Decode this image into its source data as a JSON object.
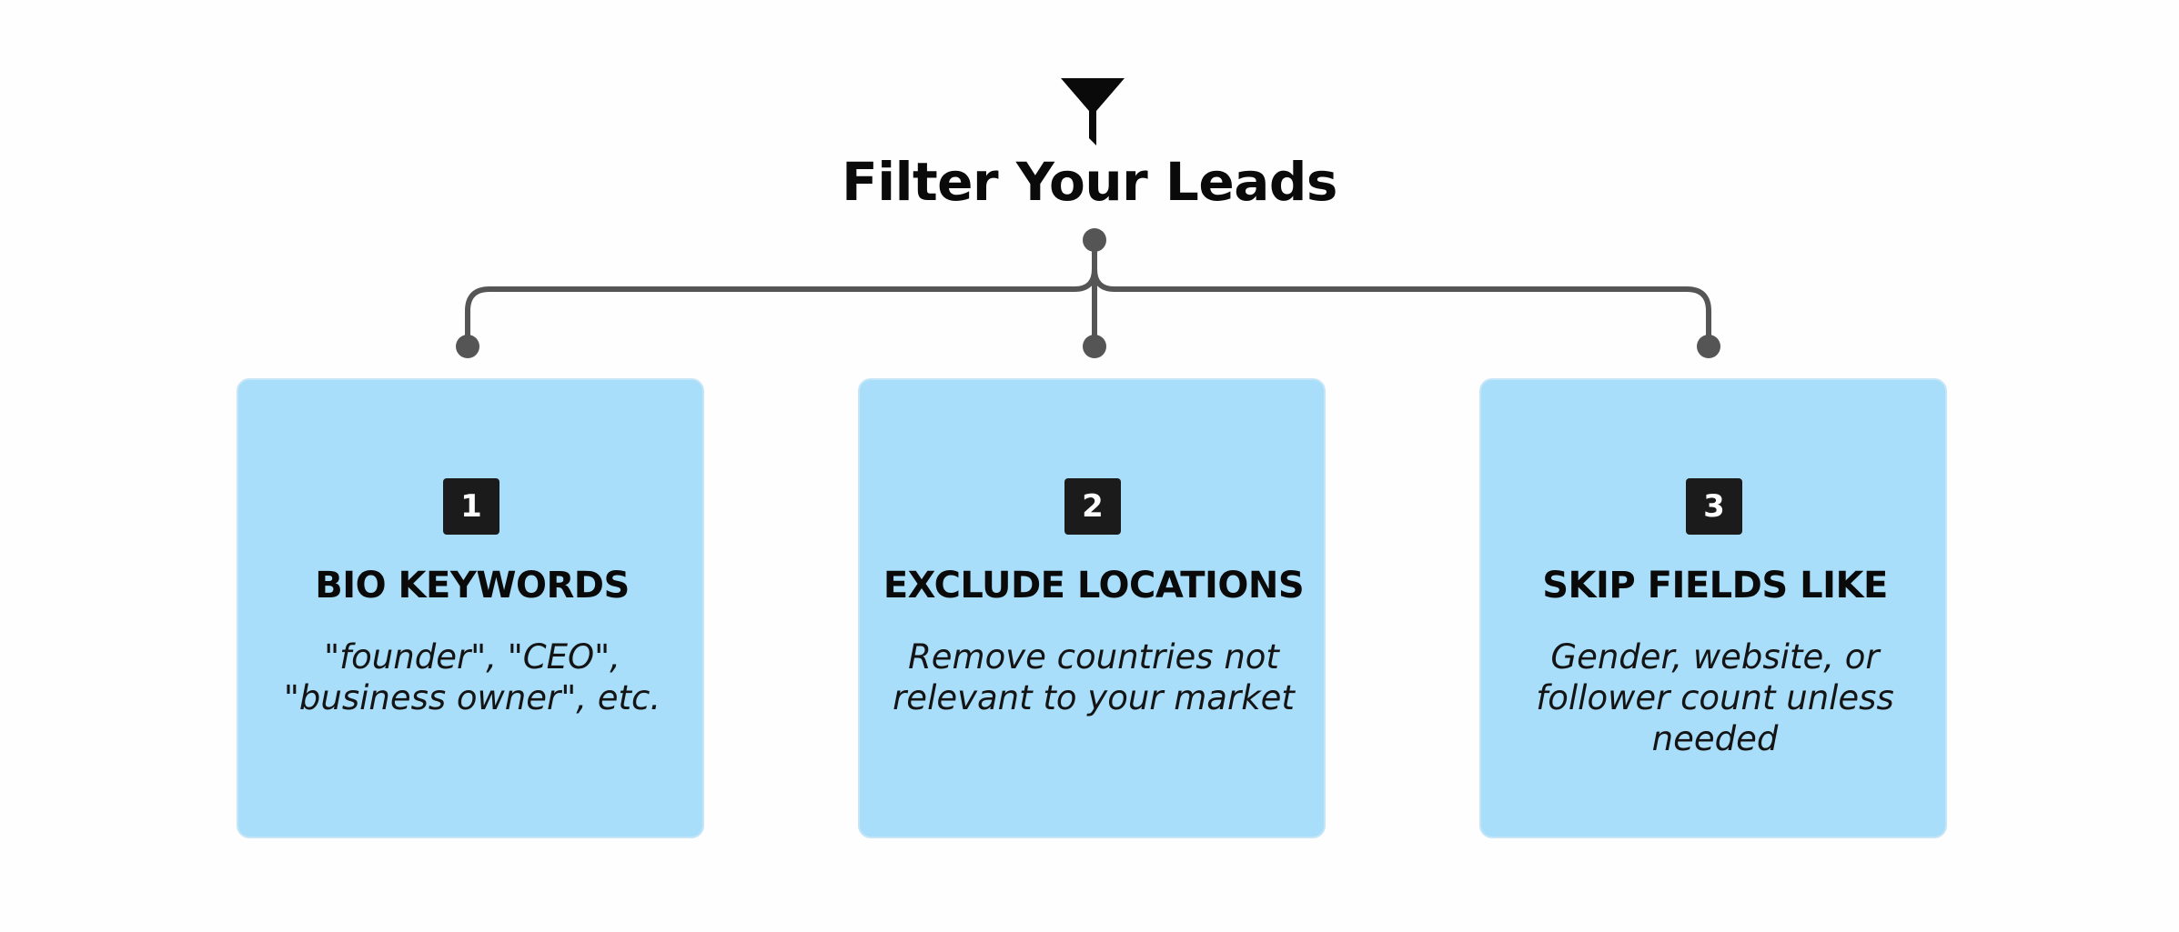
{
  "title": "Filter Your Leads",
  "icons": {
    "header": "funnel-icon"
  },
  "colors": {
    "card_background": "#a8defa",
    "badge_background": "#1b1b1b",
    "connector": "#555555"
  },
  "cards": [
    {
      "number": "1",
      "title": "BIO KEYWORDS",
      "description": "\"founder\", \"CEO\", \"business owner\", etc."
    },
    {
      "number": "2",
      "title": "EXCLUDE LOCATIONS",
      "description": "Remove countries not relevant to your market"
    },
    {
      "number": "3",
      "title": "SKIP FIELDS LIKE",
      "description": "Gender, website, or follower count unless needed"
    }
  ]
}
